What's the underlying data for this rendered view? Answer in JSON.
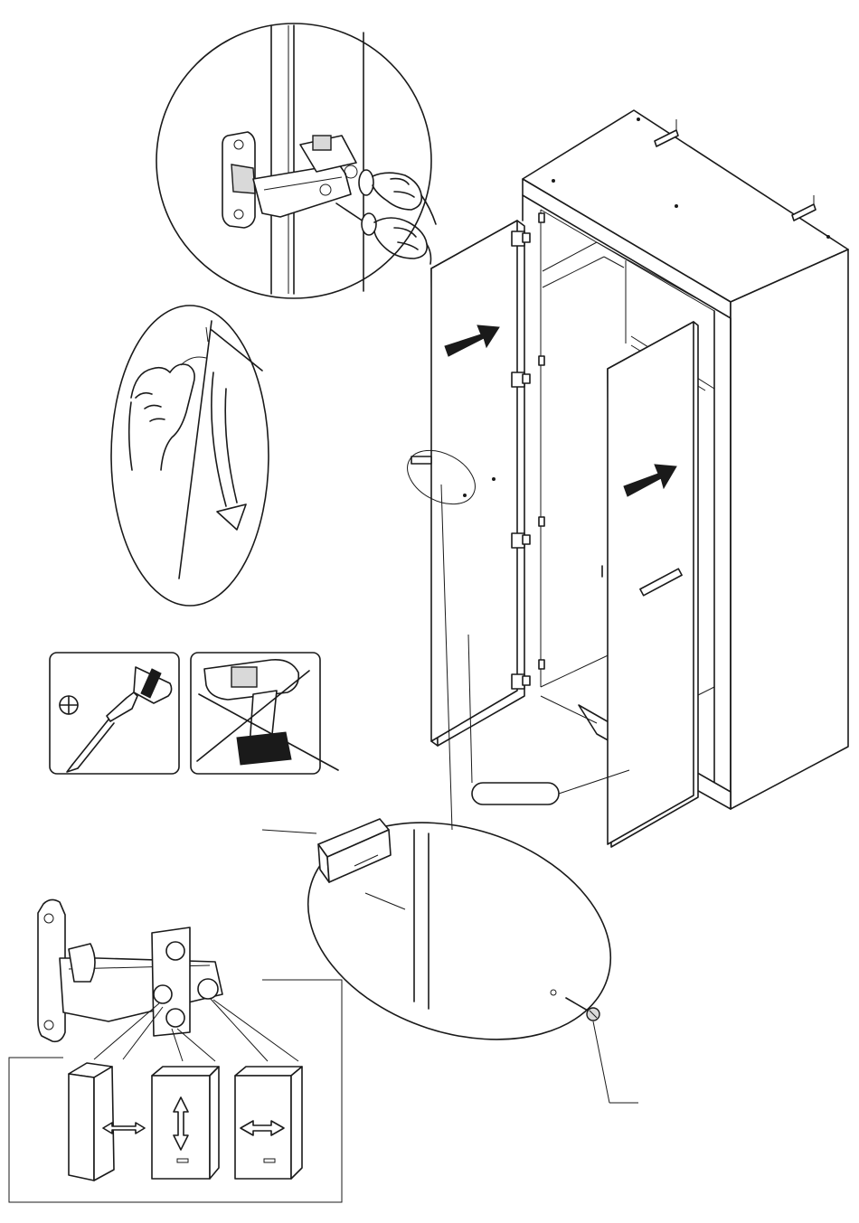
{
  "figure": {
    "kind": "assembly-instruction",
    "colors": {
      "line": "#1a1a1a",
      "paper": "#ffffff",
      "shade": "#d9d9d9"
    },
    "parts": [
      "wardrobe-carcass",
      "left-door",
      "right-door",
      "door-handle",
      "hinge",
      "handle-screw",
      "screwdriver",
      "power-drill"
    ],
    "callouts": [
      "hinge-mounting-detail",
      "hinge-clip-on-detail",
      "handle-mounting-detail",
      "hinge-adjustment-detail"
    ],
    "tools": {
      "allowed": "screwdriver-icon",
      "forbidden": "power-drill-icon",
      "screw_head": "phillips-icon"
    },
    "adjustments": [
      "side-to-side",
      "up-down",
      "in-out"
    ],
    "label_pill_text": ""
  }
}
